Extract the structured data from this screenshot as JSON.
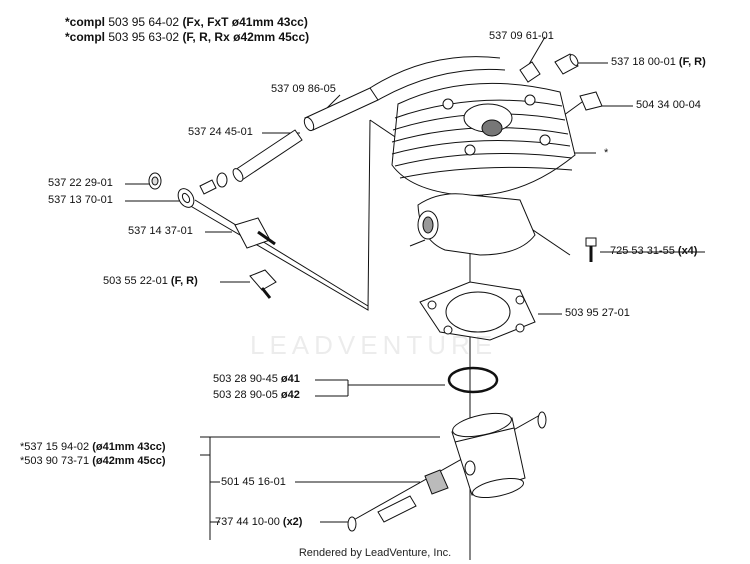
{
  "header": {
    "line1_prefix": "*compl",
    "line1_part": "503 95 64-02",
    "line1_spec": "(Fx, FxT ø41mm 43cc)",
    "line2_prefix": "*compl",
    "line2_part": "503 95 63-02",
    "line2_spec": "(F, R, Rx ø42mm 45cc)"
  },
  "callouts": {
    "p_537_09_61_01": "537 09 61-01",
    "p_537_18_00_01": "537 18 00-01",
    "p_537_18_00_01_note": "(F, R)",
    "p_504_34_00_04": "504 34 00-04",
    "p_537_09_86_05": "537 09 86-05",
    "p_537_24_45_01": "537 24 45-01",
    "p_537_22_29_01": "537 22 29-01",
    "p_537_13_70_01": "537 13 70-01",
    "p_537_14_37_01": "537 14 37-01",
    "p_725_53_31_55": "725 53 31-55",
    "p_725_53_31_55_note": "(x4)",
    "p_503_55_22_01": "503 55 22-01",
    "p_503_55_22_01_note": "(F, R)",
    "p_503_95_27_01": "503 95 27-01",
    "cylinder_star": "*",
    "ring1_part": "503 28 90-45",
    "ring1_note": "ø41",
    "ring2_part": "503 28 90-05",
    "ring2_note": "ø42",
    "piston1_part": "*537 15 94-02",
    "piston1_note": "(ø41mm 43cc)",
    "piston2_part": "*503 90 73-71",
    "piston2_note": "(ø42mm 45cc)",
    "p_501_45_16_01": "501 45 16-01",
    "p_737_44_10_00": "737 44 10-00",
    "p_737_44_10_00_note": "(x2)"
  },
  "watermark": "LEADVENTURE",
  "footer": "Rendered by LeadVenture, Inc."
}
